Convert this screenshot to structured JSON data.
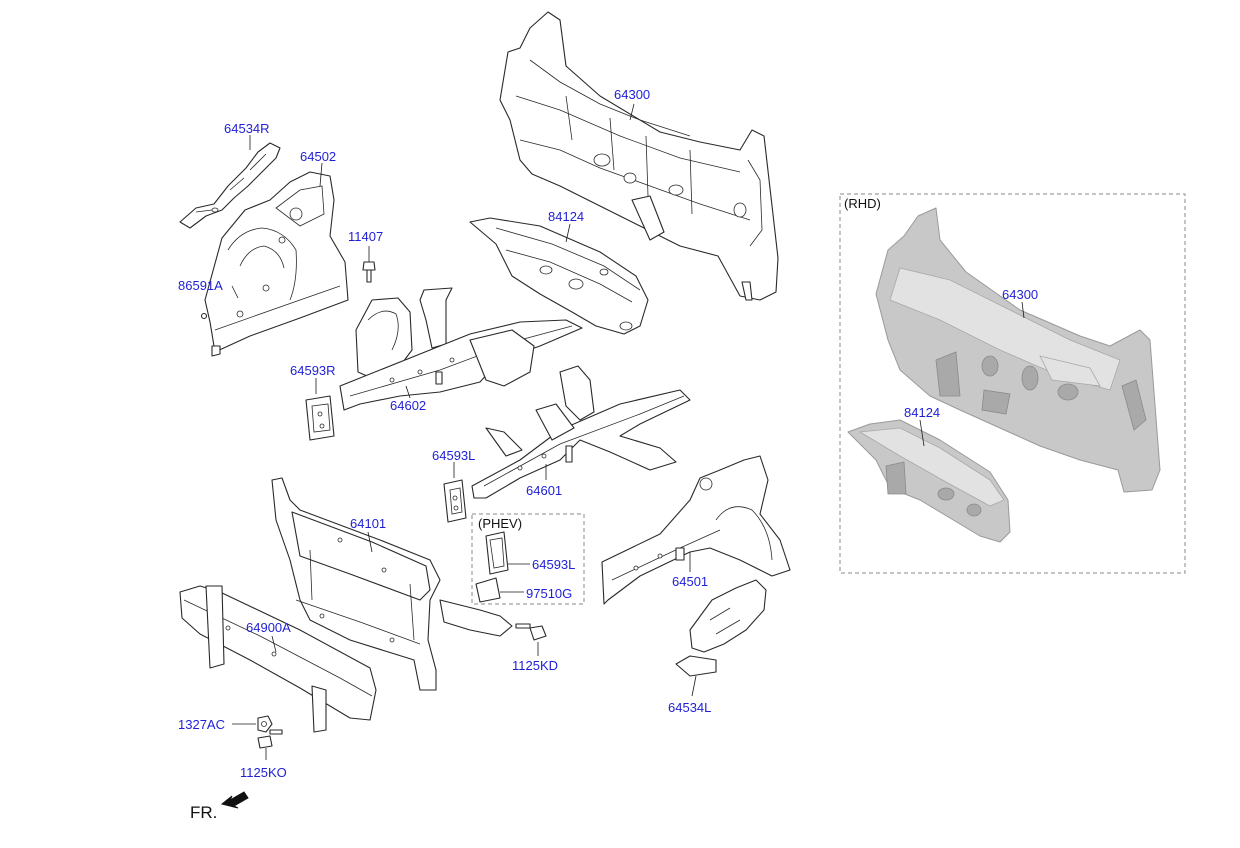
{
  "labels": {
    "p64534R": "64534R",
    "p64502": "64502",
    "p11407": "11407",
    "p86591A": "86591A",
    "p64593R": "64593R",
    "p64602": "64602",
    "p64300": "64300",
    "p84124": "84124",
    "p64593L": "64593L",
    "p64601": "64601",
    "p64101": "64101",
    "p64900A": "64900A",
    "p1327AC": "1327AC",
    "p1125KO": "1125KO",
    "p1125KD": "1125KD",
    "phev_64593L": "64593L",
    "phev_97510G": "97510G",
    "p64501": "64501",
    "p64534L": "64534L",
    "rhd_64300": "64300",
    "rhd_84124": "84124"
  },
  "groups": {
    "phev": "(PHEV)",
    "rhd": "(RHD)"
  },
  "direction": {
    "front_label": "FR.",
    "arrow_icon": "front-arrow-icon"
  },
  "colors": {
    "callout": "#1f1fd6",
    "line_art": "#2a2a2a",
    "shaded_part": "#c8c8c8"
  }
}
